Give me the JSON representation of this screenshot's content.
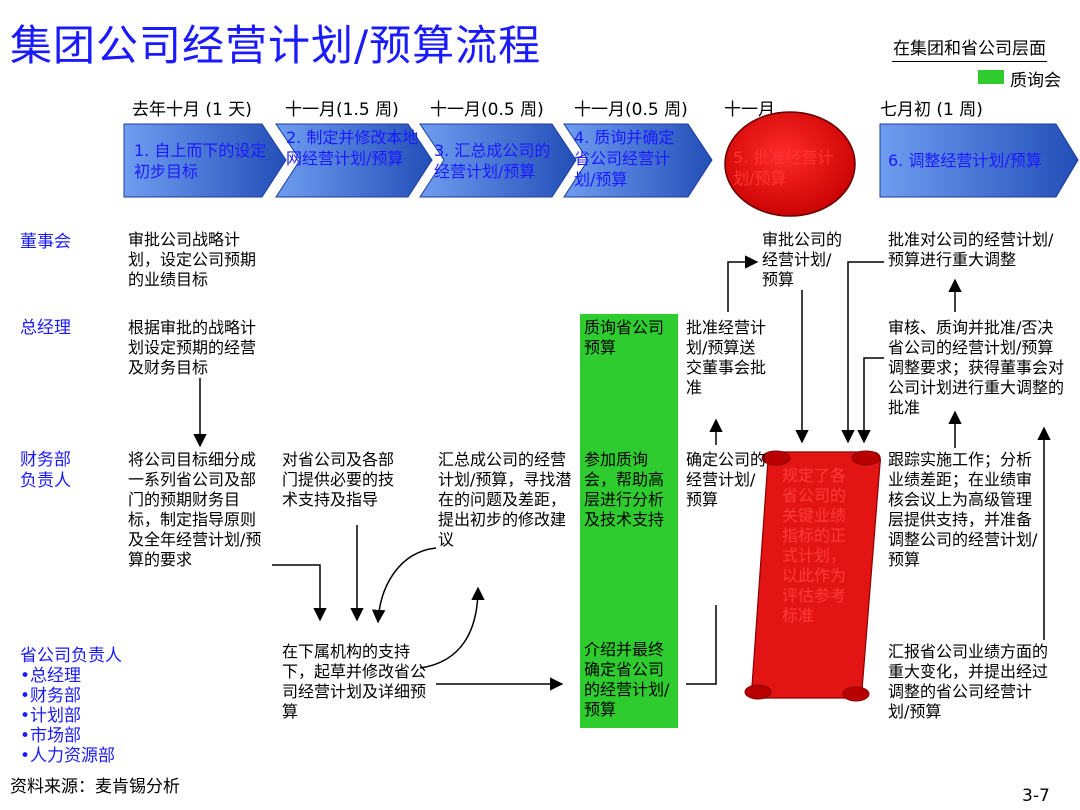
{
  "title": "集团公司经营计划/预算流程",
  "level_note": "在集团和省公司层面",
  "legend": {
    "label": "质询会",
    "color": "#2ecc2e"
  },
  "timeline": [
    "去年十月 (1 天)",
    "十一月(1.5 周)",
    "十一月(0.5 周)",
    "十一月(0.5 周)",
    "十一月",
    "七月初 (1 周)"
  ],
  "stages": [
    "1. 自上而下的设定初步目标",
    "2. 制定并修改本地网经营计划/预算",
    "3. 汇总成公司的经营计划/预算",
    "4. 质询并确定省公司经营计划/预算",
    "5. 批准经营计划/预算",
    "6. 调整经营计划/预算"
  ],
  "rows": {
    "board": "董事会",
    "gm": "总经理",
    "finance": [
      "财务部",
      "负责人"
    ],
    "province": [
      "省公司负责人",
      "•总经理",
      "•财务部",
      "•计划部",
      "•市场部",
      "•人力资源部"
    ]
  },
  "cells": {
    "board_1": "审批公司战略计划，设定公司预期的业绩目标",
    "gm_1": "根据审批的战略计划设定预期的经营及财务目标",
    "fin_1": "将公司目标细分成一系列省公司及部门的预期财务目标，制定指导原则及全年经营计划/预算的要求",
    "fin_2": "对省公司及各部门提供必要的技术支持及指导",
    "prov_2": "在下属机构的支持下，起草并修改省公司经营计划及详细预算",
    "fin_3": "汇总成公司的经营计划/预算，寻找潜在的问题及差距，提出初步的修改建议",
    "gm_4": "质询省公司预算",
    "fin_4": "参加质询会，帮助高层进行分析及技术支持",
    "prov_4": "介绍并最终确定省公司的经营计划/预算",
    "board_5": "审批公司的经营计划/预算",
    "gm_5": "批准经营计划/预算送交董事会批准",
    "fin_5": "确定公司的经营计划/预算",
    "scroll": "规定了各省公司的关键业绩指标的正式计划，以此作为评估参考标准",
    "board_6": "批准对公司的经营计划/预算进行重大调整",
    "gm_6": "审核、质询并批准/否决省公司的经营计划/预算调整要求；获得董事会对公司计划进行重大调整的批准",
    "fin_6": "跟踪实施工作；分析业绩差距；在业绩审核会议上为高级管理层提供支持，并准备调整公司的经营计划/预算",
    "prov_6": "汇报省公司业绩方面的重大变化，并提出经过调整的省公司经营计划/预算"
  },
  "footer": {
    "source": "资料来源：麦肯锡分析",
    "page": "3-7"
  },
  "colors": {
    "title": "#1a1aff",
    "stage_fill": "#3b6fd8",
    "ellipse": "#e81010",
    "scroll": "#e31414"
  }
}
